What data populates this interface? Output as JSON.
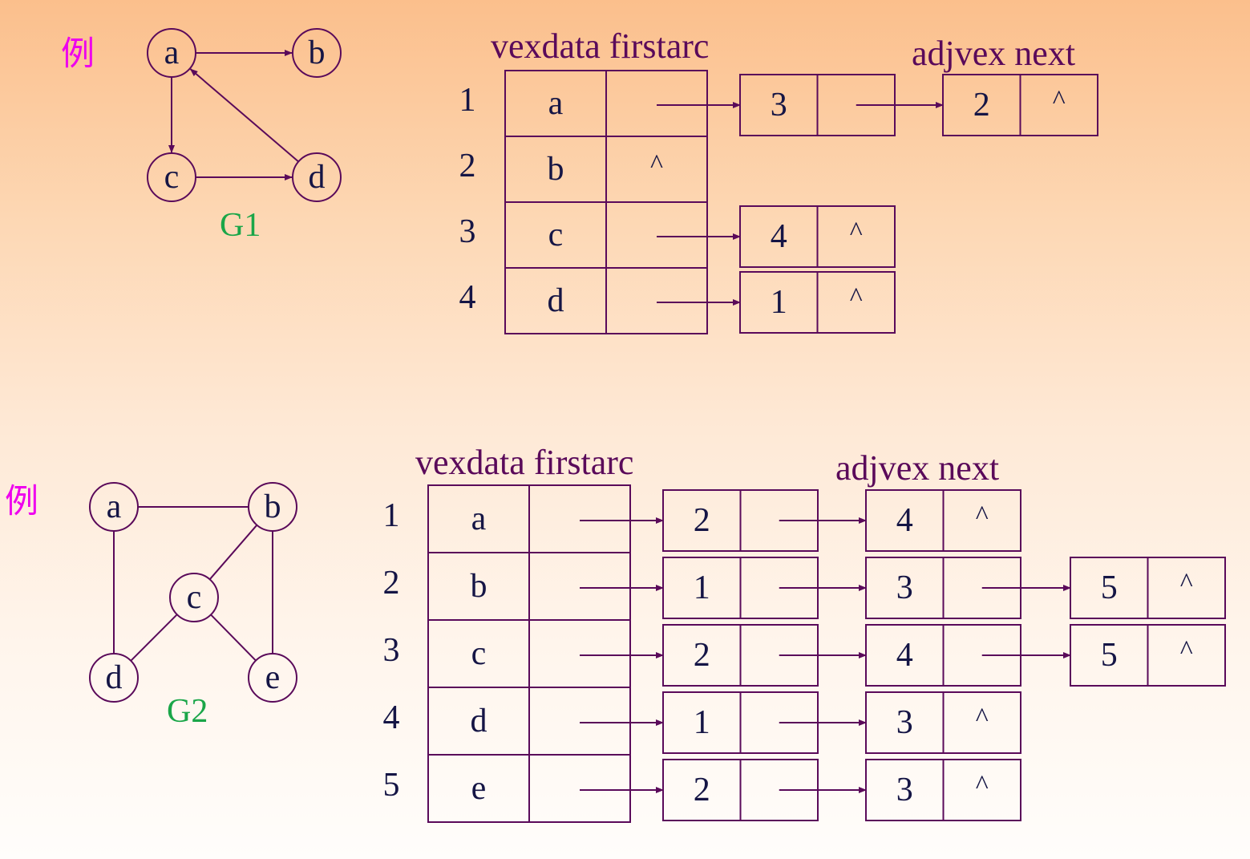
{
  "colors": {
    "line": "#5a0a5a",
    "text": "#151545",
    "example": "#ee00ee",
    "graph_label": "#1aa648"
  },
  "g1": {
    "example_label": "例",
    "graph_label": "G1",
    "nodes": [
      "a",
      "b",
      "c",
      "d"
    ],
    "edges": [
      [
        "a",
        "b"
      ],
      [
        "a",
        "c"
      ],
      [
        "c",
        "d"
      ],
      [
        "d",
        "a"
      ]
    ],
    "header_vertex": "vexdata firstarc",
    "header_arc": "adjvex next",
    "row_indices": [
      "1",
      "2",
      "3",
      "4"
    ],
    "rows": [
      {
        "vexdata": "a",
        "firstarc": "",
        "arcs": [
          {
            "adjvex": "3",
            "next": ""
          },
          {
            "adjvex": "2",
            "next": "^"
          }
        ]
      },
      {
        "vexdata": "b",
        "firstarc": "^",
        "arcs": []
      },
      {
        "vexdata": "c",
        "firstarc": "",
        "arcs": [
          {
            "adjvex": "4",
            "next": "^"
          }
        ]
      },
      {
        "vexdata": "d",
        "firstarc": "",
        "arcs": [
          {
            "adjvex": "1",
            "next": "^"
          }
        ]
      }
    ]
  },
  "g2": {
    "example_label": "例",
    "graph_label": "G2",
    "nodes": [
      "a",
      "b",
      "c",
      "d",
      "e"
    ],
    "edges": [
      [
        "a",
        "b"
      ],
      [
        "a",
        "d"
      ],
      [
        "b",
        "c"
      ],
      [
        "b",
        "e"
      ],
      [
        "c",
        "d"
      ],
      [
        "c",
        "e"
      ]
    ],
    "header_vertex": "vexdata firstarc",
    "header_arc": "adjvex next",
    "row_indices": [
      "1",
      "2",
      "3",
      "4",
      "5"
    ],
    "rows": [
      {
        "vexdata": "a",
        "firstarc": "",
        "arcs": [
          {
            "adjvex": "2",
            "next": ""
          },
          {
            "adjvex": "4",
            "next": "^"
          }
        ]
      },
      {
        "vexdata": "b",
        "firstarc": "",
        "arcs": [
          {
            "adjvex": "1",
            "next": ""
          },
          {
            "adjvex": "3",
            "next": ""
          },
          {
            "adjvex": "5",
            "next": "^"
          }
        ]
      },
      {
        "vexdata": "c",
        "firstarc": "",
        "arcs": [
          {
            "adjvex": "2",
            "next": ""
          },
          {
            "adjvex": "4",
            "next": ""
          },
          {
            "adjvex": "5",
            "next": "^"
          }
        ]
      },
      {
        "vexdata": "d",
        "firstarc": "",
        "arcs": [
          {
            "adjvex": "1",
            "next": ""
          },
          {
            "adjvex": "3",
            "next": "^"
          }
        ]
      },
      {
        "vexdata": "e",
        "firstarc": "",
        "arcs": [
          {
            "adjvex": "2",
            "next": ""
          },
          {
            "adjvex": "3",
            "next": "^"
          }
        ]
      }
    ]
  }
}
